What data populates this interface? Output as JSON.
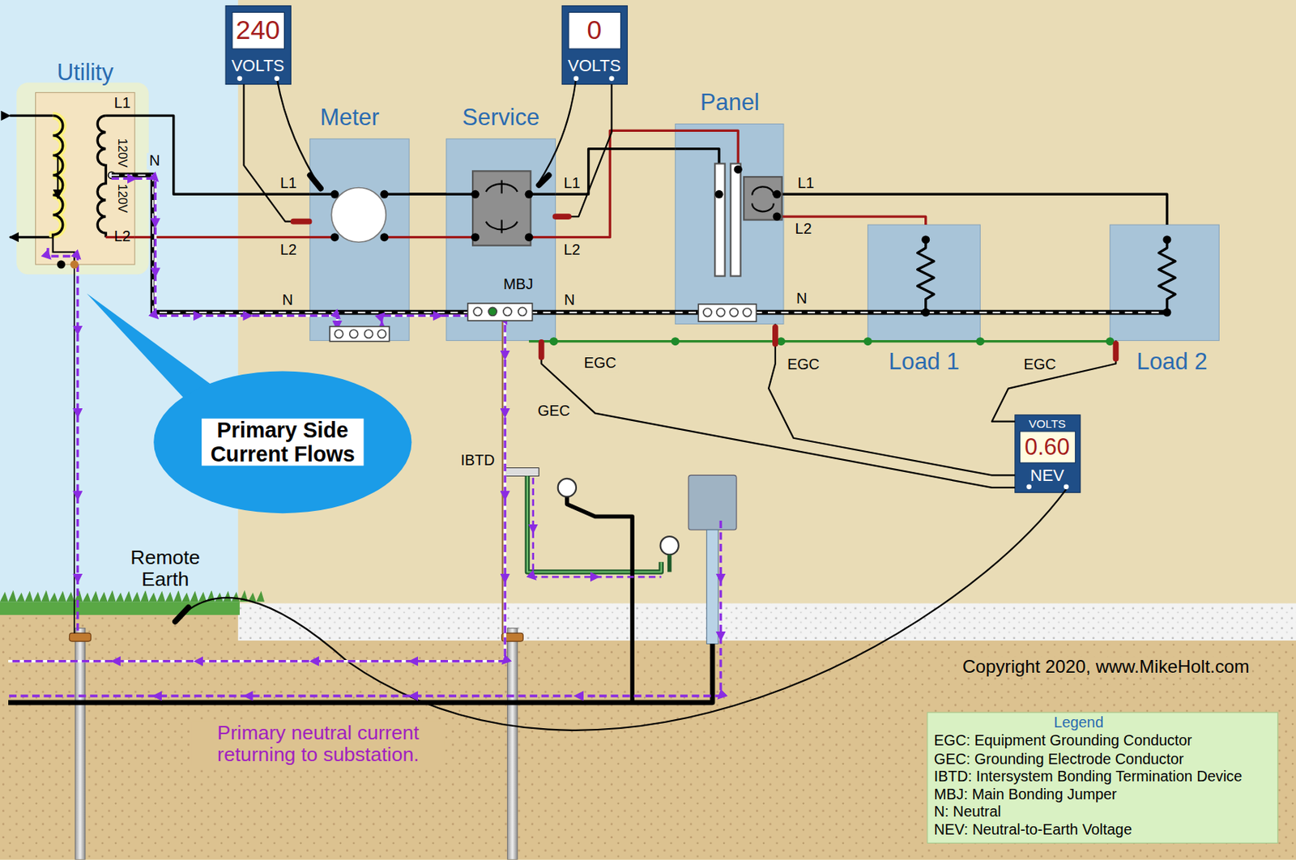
{
  "diagram": {
    "nodes": [
      {
        "text": [
          "Utility",
          "L1",
          "120V",
          "120V",
          "L2"
        ]
      },
      {
        "text": [
          "240",
          "VOLTS"
        ]
      },
      {
        "text": [
          "0",
          "VOLTS"
        ]
      },
      {
        "text": [
          "Meter"
        ]
      },
      {
        "text": [
          "Service"
        ]
      },
      {
        "text": [
          "Panel"
        ]
      },
      {
        "text": [
          "Load 1"
        ]
      },
      {
        "text": [
          "Load 2"
        ]
      },
      {
        "text": [
          "VOLTS",
          "0.60",
          "NEV"
        ]
      },
      {
        "text": [
          "Primary Side Current Flows"
        ]
      }
    ],
    "edges": [
      {
        "from": 0,
        "to": 3,
        "arrow": "none"
      },
      {
        "from": 3,
        "to": 4,
        "arrow": "none"
      },
      {
        "from": 4,
        "to": 5,
        "arrow": "none"
      },
      {
        "from": 5,
        "to": 6,
        "arrow": "none"
      },
      {
        "from": 5,
        "to": 7,
        "arrow": "none"
      },
      {
        "from": 1,
        "to": 3,
        "arrow": "none"
      },
      {
        "from": 2,
        "to": 4,
        "arrow": "none"
      },
      {
        "from": 8,
        "to": 4,
        "arrow": "none"
      },
      {
        "from": 8,
        "to": 5,
        "arrow": "none"
      },
      {
        "from": 8,
        "to": 7,
        "arrow": "none"
      }
    ],
    "labels": [
      "N",
      "L1",
      "L2",
      "L1",
      "L2",
      "MBJ",
      "N",
      "N",
      "N",
      "L1",
      "L2",
      "EGC",
      "EGC",
      "EGC",
      "GEC",
      "IBTD",
      "Remote Earth",
      "Primary neutral current returning to substation.",
      "Copyright 2020, www.MikeHolt.com",
      "Legend"
    ],
    "legend": [
      {
        "text": "EGC: Equipment Grounding Conductor"
      },
      {
        "text": "GEC: Grounding Electrode Conductor"
      },
      {
        "text": "IBTD: Intersystem Bonding Termination Device"
      },
      {
        "text": "MBJ: Main Bonding Jumper"
      },
      {
        "text": "N: Neutral"
      },
      {
        "text": "NEV: Neutral-to-Earth Voltage"
      }
    ]
  }
}
